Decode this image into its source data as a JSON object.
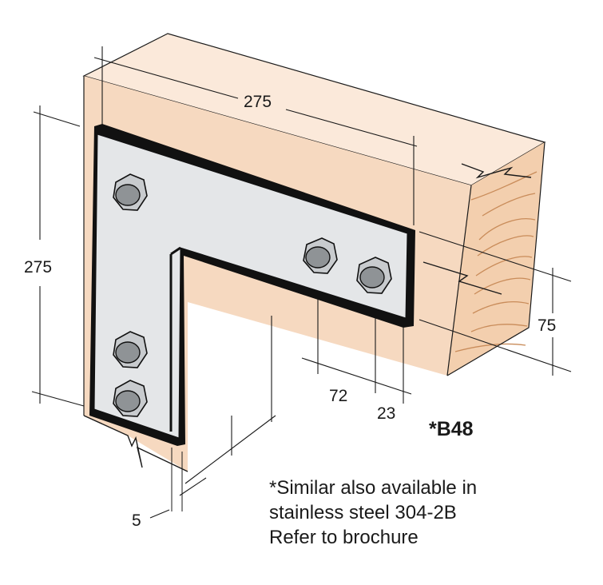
{
  "dimensions": {
    "width_top": "275",
    "height_left": "275",
    "depth_right": "75",
    "hole_spacing": "72",
    "edge_offset": "23",
    "thickness": "5"
  },
  "product_code": "*B48",
  "note": {
    "line1": "*Similar also available in",
    "line2": "stainless steel 304-2B",
    "line3": "Refer to brochure"
  },
  "colors": {
    "timber_face": "#f6d9c0",
    "timber_top": "#fbe9da",
    "timber_grain": "#c98c5a",
    "plate": "#e4e6e8",
    "plate_edge": "#111111",
    "bolt": "#b9bcbf",
    "line": "#1a1a1a"
  }
}
